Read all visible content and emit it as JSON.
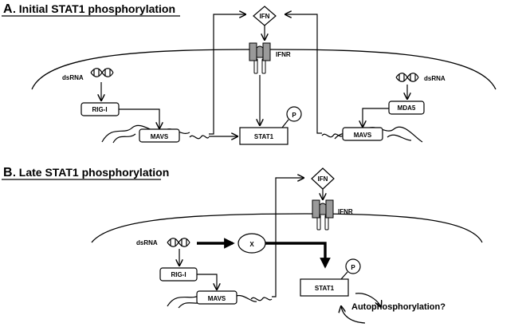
{
  "panel_a": {
    "letter": "A",
    "title": ". Initial STAT1 phosphorylation",
    "ifn": "IFN",
    "ifnr": "IFNR",
    "dsrna_left": "dsRNA",
    "dsrna_right": "dsRNA",
    "rigi": "RIG-I",
    "mda5": "MDA5",
    "mavs_left": "MAVS",
    "mavs_right": "MAVS",
    "stat1": "STAT1",
    "phospho": "P"
  },
  "panel_b": {
    "letter": "B",
    "title": ". Late STAT1 phosphorylation",
    "ifn": "IFN",
    "ifnr": "IFNR",
    "dsrna": "dsRNA",
    "x": "X",
    "rigi": "RIG-I",
    "mavs": "MAVS",
    "stat1": "STAT1",
    "phospho": "P",
    "autophos": "Autophosphorylation?"
  }
}
